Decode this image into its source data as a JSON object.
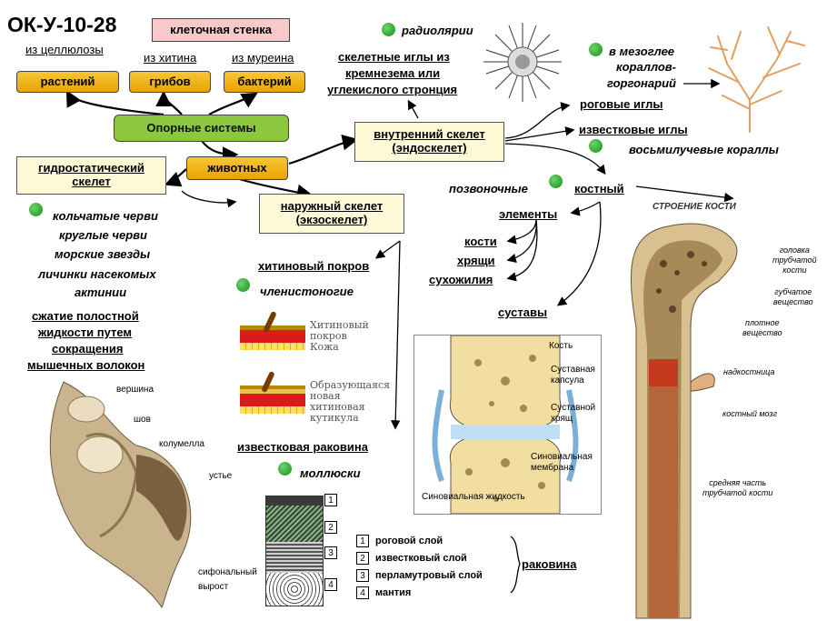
{
  "title": "ОК-У-10-28",
  "support": {
    "cell_wall": "клеточная стенка",
    "cellulose": "из целлюлозы",
    "chitin": "из хитина",
    "murein": "из муреина",
    "plants": "растений",
    "fungi": "грибов",
    "bacteria": "бактерий",
    "center": "Опорные системы",
    "animals": "животных"
  },
  "hydro": {
    "box_line1": "гидростатический",
    "box_line2": "скелет",
    "examples": [
      "кольчатые черви",
      "круглые черви",
      "морские звезды",
      "личинки насекомых",
      "актинии"
    ],
    "mechanism": [
      "сжатие полостной",
      "жидкости путем",
      "сокращения",
      "мышечных волокон"
    ]
  },
  "exo": {
    "box_line1": "наружный скелет",
    "box_line2": "(экзоскелет)",
    "chitin_cover": "хитиновый покров",
    "arthropods": "членистоногие",
    "fig1_line1": "Хитиновый",
    "fig1_line2": "покров",
    "fig1_line3": "Кожа",
    "fig2_line1": "Образующаяся",
    "fig2_line2": "новая",
    "fig2_line3": "хитиновая",
    "fig2_line4": "кутикула",
    "shell": "известковая раковина",
    "molluscs": "моллюски"
  },
  "endo": {
    "box_line1": "внутренний скелет",
    "box_line2": "(эндоскелет)",
    "radiolaria": "радиолярии",
    "spicules": [
      "скелетные иглы из",
      "кремнезема или",
      "углекислого стронция"
    ],
    "mesoglea": [
      "в мезоглее",
      "кораллов-",
      "горгонарий"
    ],
    "horny": "роговые иглы",
    "calcareous": "известковые иглы",
    "octocorals": "восьмилучевые кораллы",
    "vertebrates": "позвоночные",
    "bony": "костный",
    "elements": "элементы",
    "bones": "кости",
    "cartilage": "хрящи",
    "tendons": "сухожилия",
    "joints": "суставы"
  },
  "shell_labels": {
    "apex": "вершина",
    "suture": "шов",
    "columella": "колумелла",
    "aperture": "устье",
    "siphon1": "сифональный",
    "siphon2": "вырост"
  },
  "layers": {
    "items": [
      {
        "n": "1",
        "label": "роговой слой"
      },
      {
        "n": "2",
        "label": "известковый слой"
      },
      {
        "n": "3",
        "label": "перламутровый слой"
      },
      {
        "n": "4",
        "label": "мантия"
      }
    ],
    "shell": "раковина"
  },
  "joint": {
    "bone": "Кость",
    "capsule1": "Суставная",
    "capsule2": "капсула",
    "cartilage1": "Суставной",
    "cartilage2": "хрящ",
    "membrane1": "Синовиальная",
    "membrane2": "мембрана",
    "fluid": "Синовиальная жидкость"
  },
  "bone": {
    "title": "СТРОЕНИЕ КОСТИ",
    "head": [
      "головка",
      "трубчатой",
      "кости"
    ],
    "spongy": [
      "губчатое",
      "вещество"
    ],
    "compact": [
      "плотное",
      "вещество"
    ],
    "periosteum": "надкостница",
    "marrow": "костный мозг",
    "middle": [
      "средняя часть",
      "трубчатой кости"
    ]
  },
  "colors": {
    "yellow": "#f4b400",
    "green": "#8dc63f",
    "cream": "#fdf8d6",
    "pink": "#f7c9c9",
    "dot": "#129012"
  }
}
